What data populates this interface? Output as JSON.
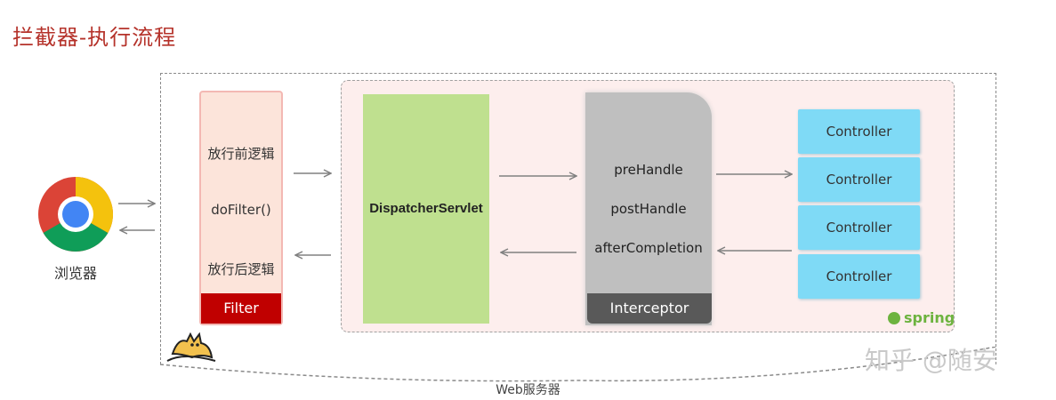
{
  "title": "拦截器-执行流程",
  "browser": {
    "label": "浏览器"
  },
  "filter": {
    "before": "放行前逻辑",
    "call": "doFilter()",
    "after": "放行后逻辑",
    "tag": "Filter"
  },
  "dispatcher": {
    "label": "DispatcherServlet"
  },
  "interceptor": {
    "methods": [
      "preHandle",
      "postHandle",
      "afterCompletion"
    ],
    "tag": "Interceptor"
  },
  "controllers": [
    "Controller",
    "Controller",
    "Controller",
    "Controller"
  ],
  "spring": {
    "label": "spring"
  },
  "server": {
    "label": "Web服务器"
  },
  "watermark": "知乎 @随安",
  "colors": {
    "title": "#b5322a",
    "filter_tag": "#c00000",
    "dispatcher": "#bfe08f",
    "interceptor": "#bfbfbf",
    "controller": "#7fdaf6",
    "spring": "#6db33f"
  }
}
